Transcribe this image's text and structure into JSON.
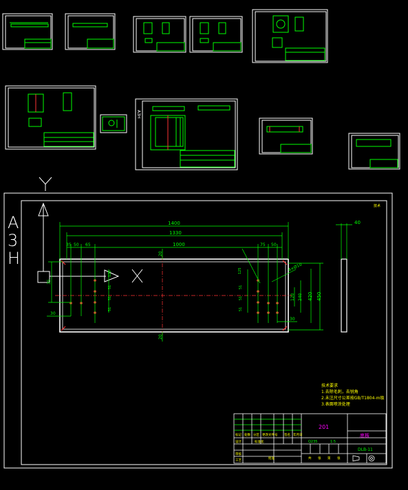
{
  "drawing": {
    "sheet_label": "A3H",
    "sheet_letters": [
      "A",
      "3",
      "H"
    ],
    "axis_y": "Y",
    "axis_x": "X",
    "corner_mark": "技术",
    "thumb_sheet_label": "A3H",
    "colors": {
      "frame": "#ffffff",
      "dimension": "#00ff00",
      "outline": "#ffffff",
      "hole": "#ff3333",
      "centerline": "#ff3333",
      "annotation": "#ff00ff",
      "text": "#ffff00"
    }
  },
  "dimensions": {
    "overall_length": "1400",
    "mid_length": "1330",
    "hole_span": "1000",
    "left_a": "35",
    "left_b": "50",
    "left_c": "65",
    "right_a": "75",
    "right_b": "50",
    "offset_top": "20",
    "offset_bottom": "20",
    "left_side": "35",
    "left_bottom": "30",
    "right_bottom": "30",
    "height_outer": "450",
    "height_mid": "420",
    "height_inner": "240",
    "height_small": "120",
    "thickness": "40",
    "hole_note": "4×Ø10",
    "vert_labels": [
      "120",
      "51",
      "51",
      "51"
    ],
    "right_vert_labels": [
      "125",
      "51",
      "51",
      "51"
    ]
  },
  "notes": {
    "title": "技术要求",
    "items": [
      "1.去除毛刺，去锐角",
      "2.未注尺寸公差按GB/T1804-m级",
      "3.表面喷涂处理"
    ]
  },
  "title_block": {
    "code_top": "201",
    "part_name": "底板",
    "drawing_no": "DLB-11",
    "material": "Q235",
    "scale_label": "1:5",
    "row_labels": [
      "标记",
      "处数",
      "分区",
      "更改文件号",
      "签名",
      "年月日"
    ],
    "role_labels": [
      "设计",
      "审核",
      "工艺",
      "标准化",
      "批准"
    ],
    "sheet_info": [
      "共",
      "张",
      "第",
      "张"
    ]
  }
}
